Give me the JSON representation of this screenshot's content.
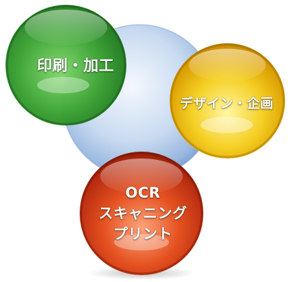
{
  "circles": [
    {
      "id": "print",
      "lines": [
        "印刷・加工"
      ],
      "color": "#2f8f2a"
    },
    {
      "id": "design",
      "lines": [
        "デザイン・企画"
      ],
      "color": "#e0a800"
    },
    {
      "id": "ocr",
      "lines": [
        "OCR",
        "スキャニング",
        "プリント"
      ],
      "color": "#c8341a"
    }
  ],
  "center_color": "#9fc0e6"
}
